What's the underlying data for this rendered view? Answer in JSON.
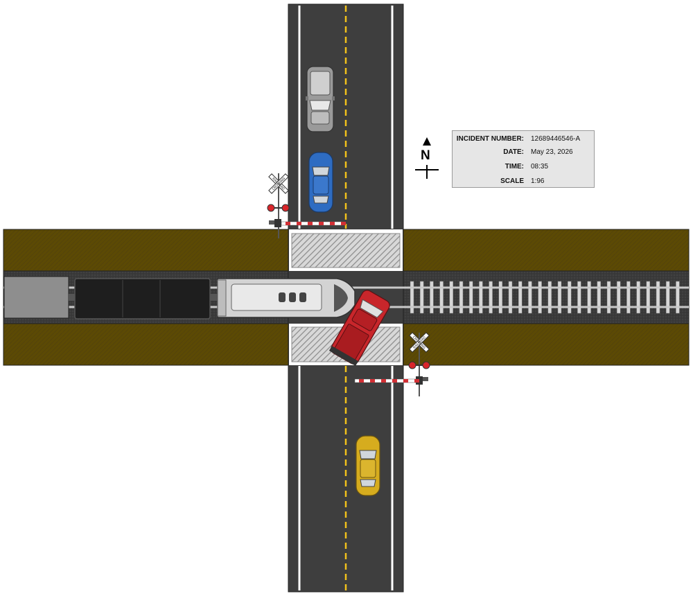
{
  "incident": {
    "rows": [
      {
        "label": "INCIDENT NUMBER:",
        "value": "12689446546-A"
      },
      {
        "label": "DATE:",
        "value": "May 23, 2026"
      },
      {
        "label": "TIME:",
        "value": "08:35"
      },
      {
        "label": "SCALE",
        "value": "1:96"
      }
    ]
  },
  "compass": {
    "letter": "N"
  },
  "signs": {
    "line1": "RAILROAD",
    "line2": "CROSSING"
  },
  "colors": {
    "road": "#3e3e3e",
    "grass": "#5c4a04",
    "centerline": "#f2c21b",
    "car_gray": "#9a9a9a",
    "car_blue": "#2e6cc2",
    "car_red": "#c8262b",
    "car_yellow": "#d6ac1e",
    "train_silver": "#d3d3d3",
    "train_black": "#1e1e1e"
  }
}
